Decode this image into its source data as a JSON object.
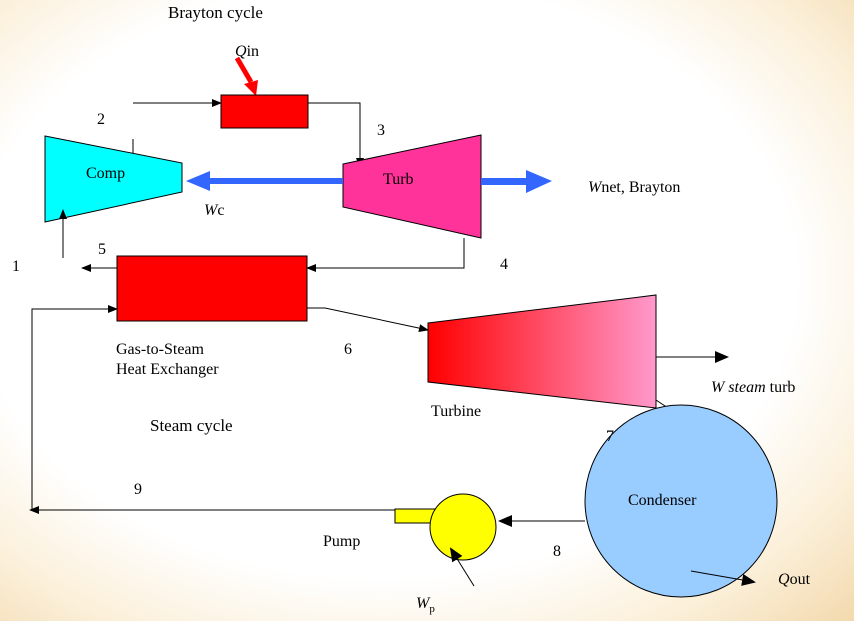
{
  "title": "Brayton cycle",
  "steam_cycle_title": "Steam cycle",
  "components": {
    "compressor": "Comp",
    "gas_turbine": "Turb",
    "heat_exchanger": [
      "Gas-to-Steam",
      "Heat Exchanger"
    ],
    "steam_turbine": "Turbine",
    "condenser": "Condenser",
    "pump": "Pump"
  },
  "energy_labels": {
    "q_in": {
      "symbol": "Q",
      "sub": "in"
    },
    "w_c": {
      "symbol": "W",
      "sub": "c"
    },
    "w_net": {
      "symbol": "W",
      "rest": "net, Brayton"
    },
    "w_steam": {
      "symbol": "W ",
      "italic": "steam",
      "rest": " turb"
    },
    "q_out": {
      "symbol": "Q",
      "sub": "out"
    },
    "w_p": {
      "symbol": "W",
      "sub": "p"
    }
  },
  "state_points": [
    "1",
    "2",
    "3",
    "4",
    "5",
    "6",
    "7",
    "8",
    "9"
  ],
  "colors": {
    "compressor": "#00ffff",
    "gas_turbine": "#ff3399",
    "heater": "#ff0000",
    "work_arrow": "#3366ff",
    "q_in_arrow": "#ff0000",
    "condenser": "#99ccff",
    "pump": "#ffff00"
  }
}
